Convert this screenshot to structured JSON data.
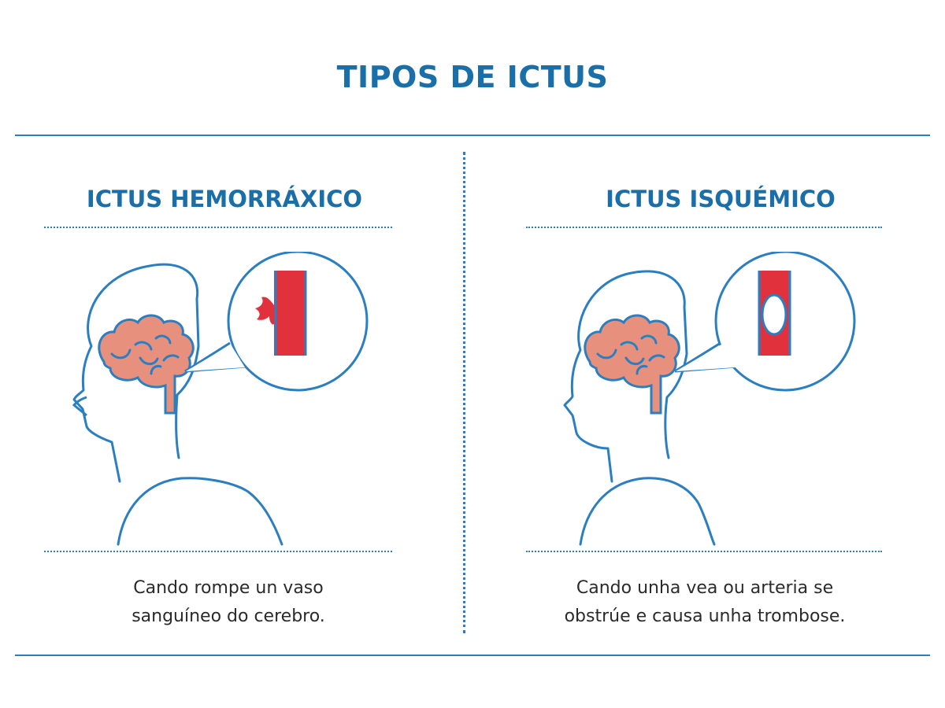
{
  "title": "TIPOS DE ICTUS",
  "colors": {
    "accent": "#1b6fa8",
    "line": "#2b7fc0",
    "brain": "#e8907e",
    "blood": "#e0313d"
  },
  "panels": [
    {
      "heading": "ICTUS HEMORRÁXICO",
      "description_line1": "Cando rompe un vaso",
      "description_line2": "sanguíneo do cerebro.",
      "illustration": "head-brain-ruptured-vessel-icon"
    },
    {
      "heading": "ICTUS ISQUÉMICO",
      "description_line1": "Cando unha vea ou arteria se",
      "description_line2": "obstrúe e causa unha trombose.",
      "illustration": "head-brain-blocked-vessel-icon"
    }
  ]
}
